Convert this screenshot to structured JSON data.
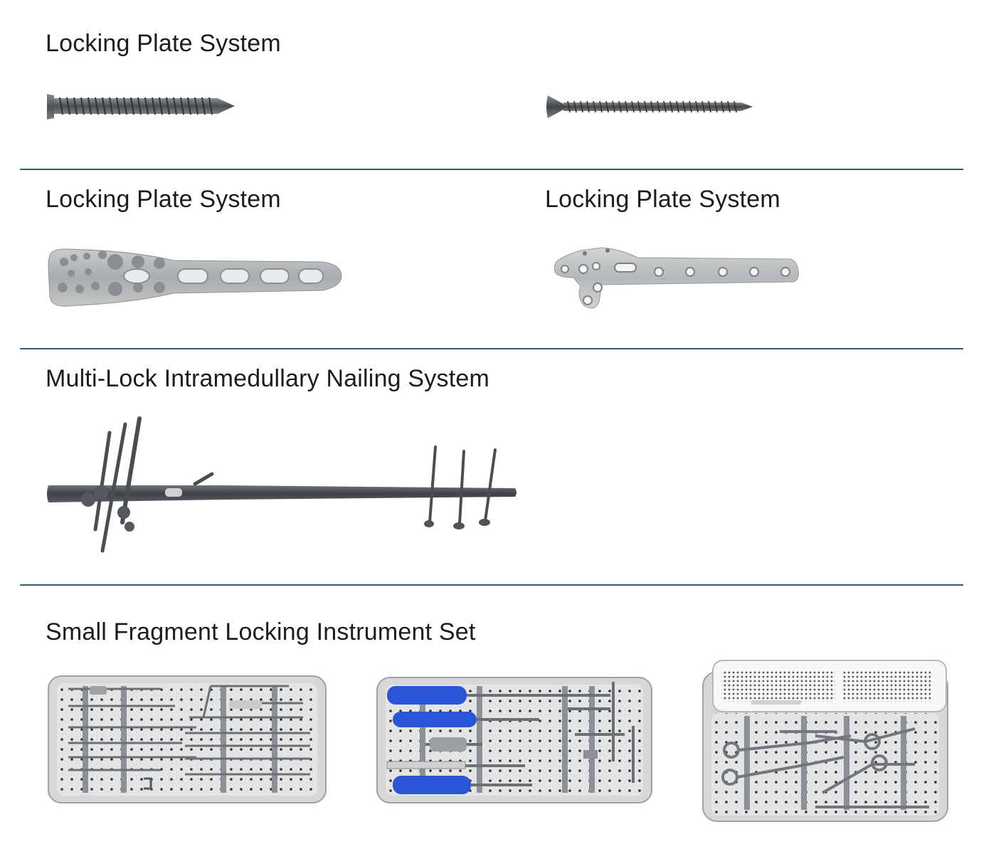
{
  "sections": [
    {
      "title": "Locking Plate System"
    },
    {
      "title": "Locking Plate System"
    },
    {
      "title": "Locking Plate System"
    },
    {
      "title": "Multi-Lock Intramedullary Nailing System"
    },
    {
      "title": "Small Fragment Locking Instrument Set"
    }
  ],
  "products": [
    {
      "name": "locking-screw"
    },
    {
      "name": "cortical-screw"
    },
    {
      "name": "distal-radius-locking-plate"
    },
    {
      "name": "t-shaped-locking-plate"
    },
    {
      "name": "intramedullary-nail-with-screws"
    },
    {
      "name": "instrument-tray-1"
    },
    {
      "name": "instrument-tray-2"
    },
    {
      "name": "instrument-tray-3"
    }
  ],
  "colors": {
    "divider": "#2f5e79",
    "metal": "#5b5f62",
    "handle": "#2a55d6"
  }
}
